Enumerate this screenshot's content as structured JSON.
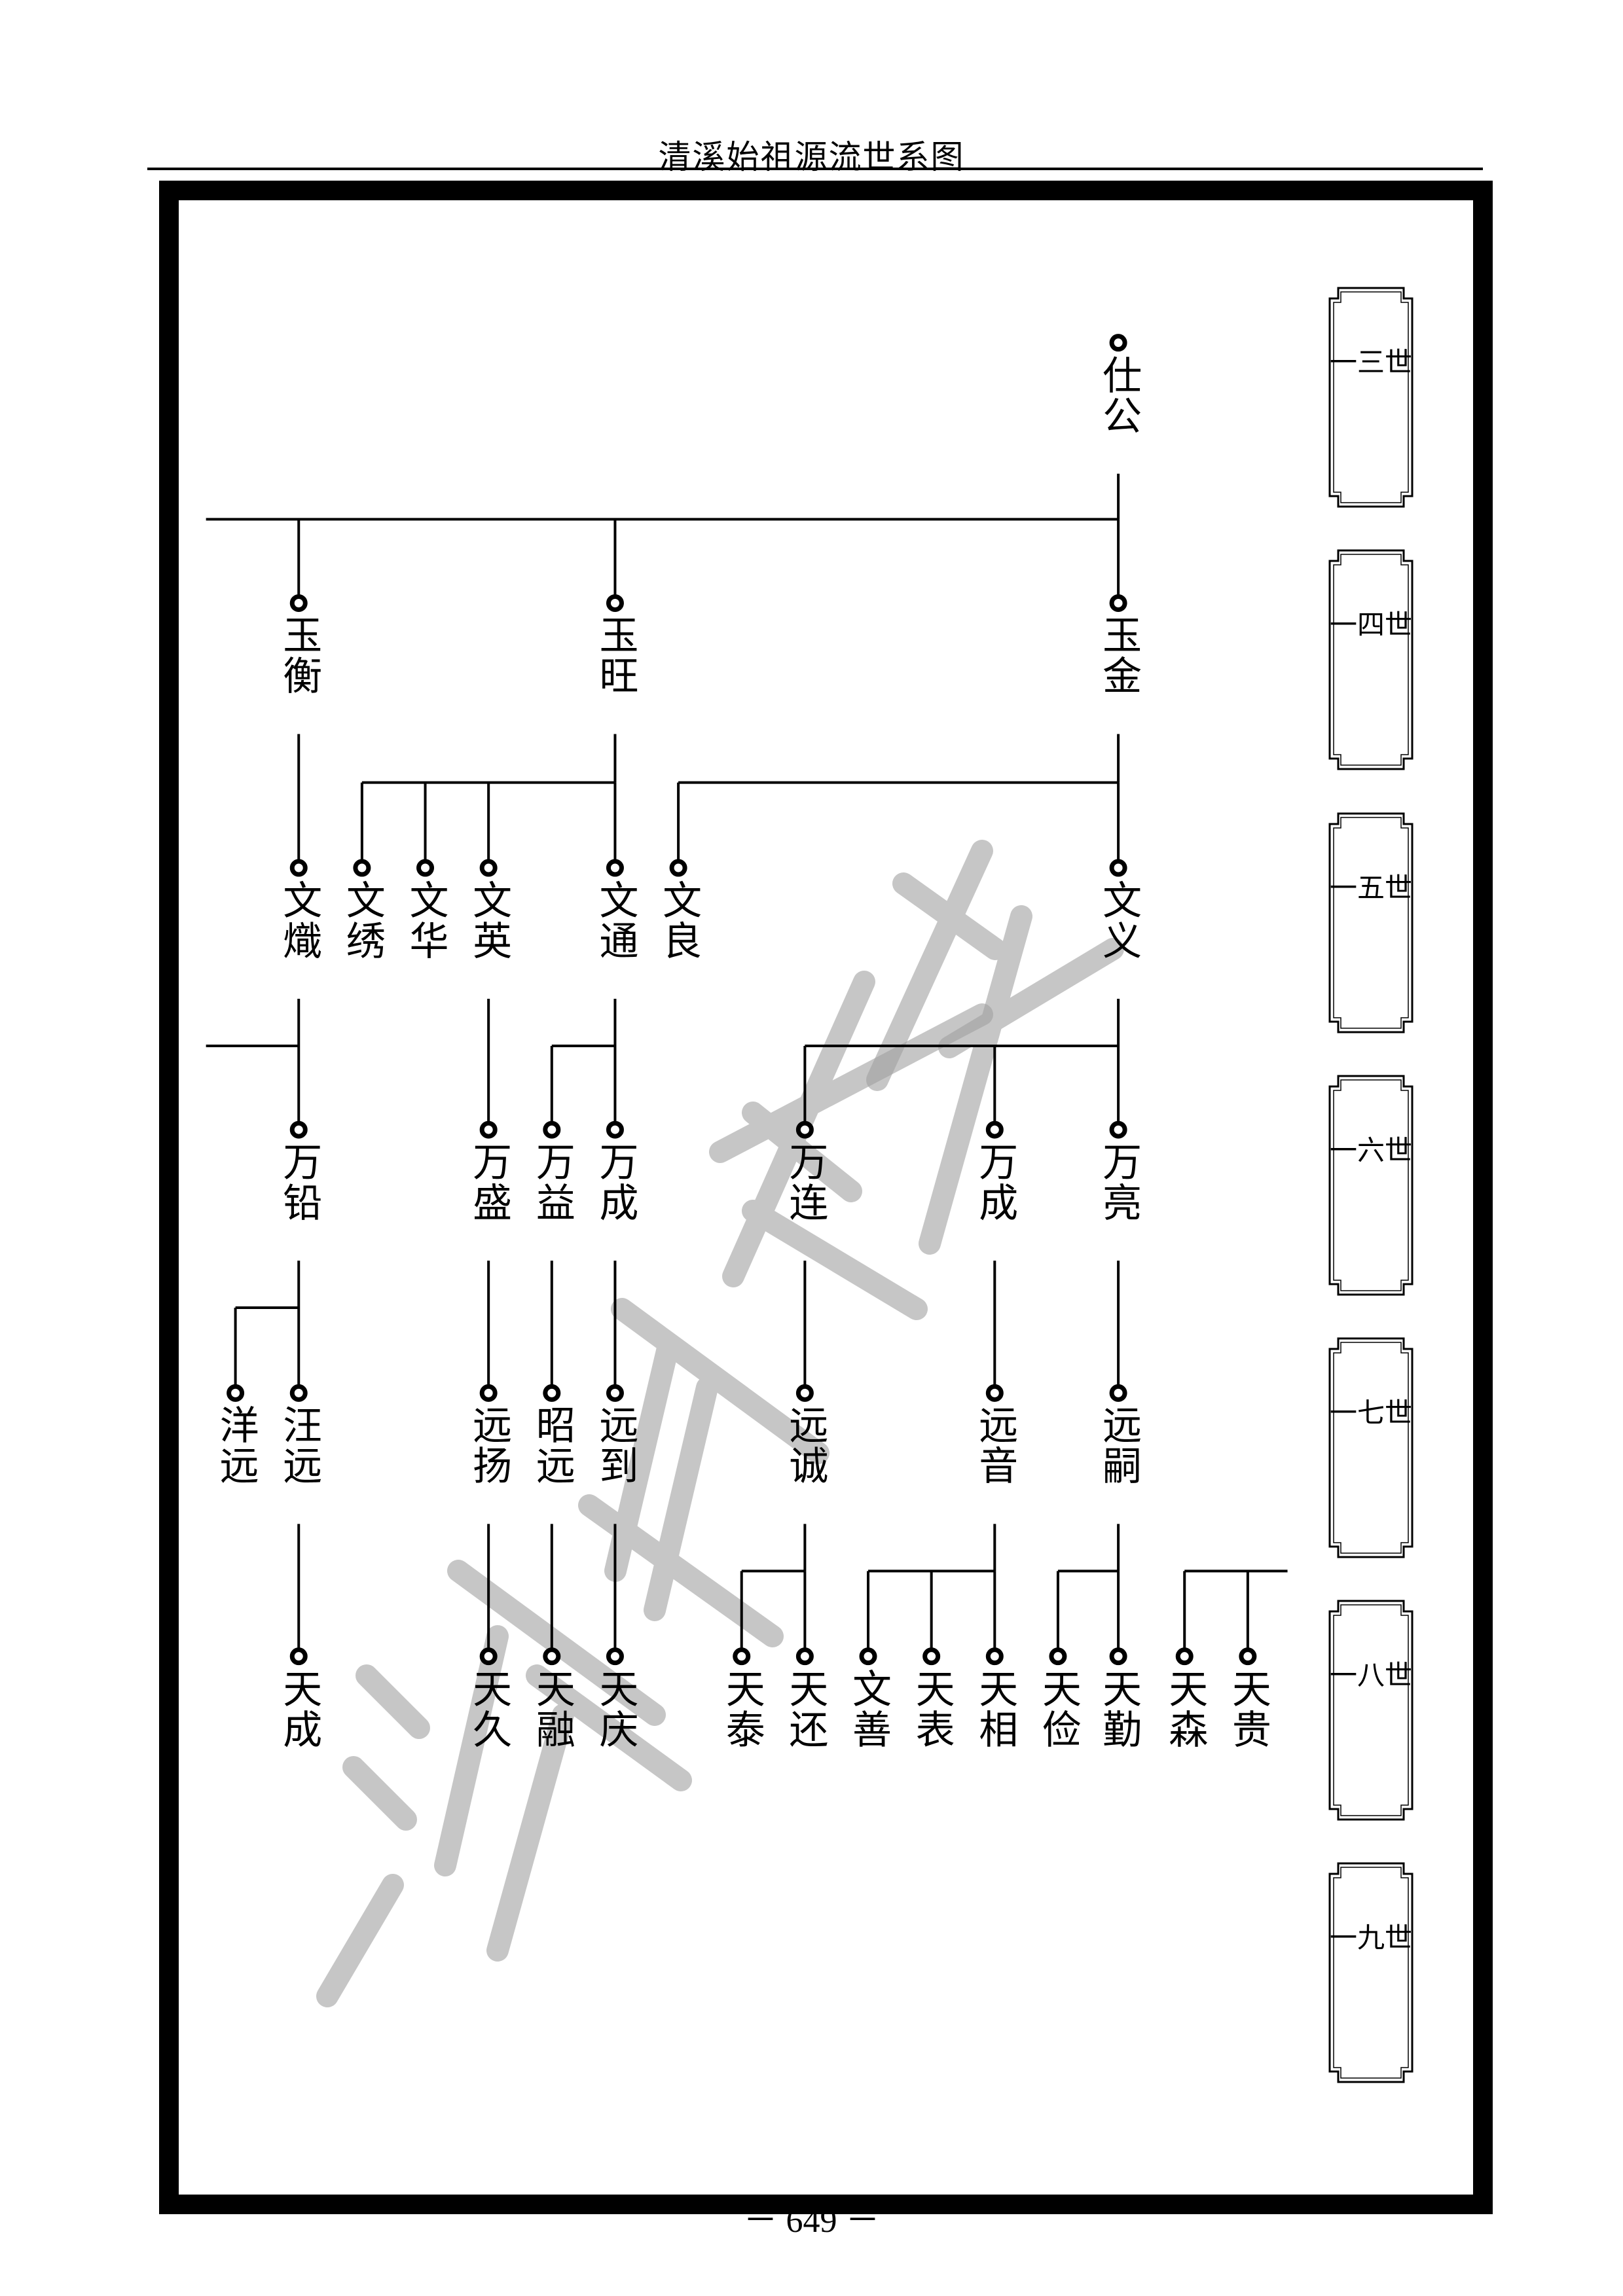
{
  "header": {
    "title": "清溪始祖源流世系图"
  },
  "footer": {
    "page_number": "－ 649 －"
  },
  "watermark": "清洋文件",
  "generation_labels": [
    "一三世",
    "一四世",
    "一五世",
    "一六世",
    "一七世",
    "一八世",
    "一九世"
  ],
  "nodes": [
    {
      "name": "仕公",
      "generation": "一三世"
    },
    {
      "name": "玉衡",
      "generation": "一四世"
    },
    {
      "name": "玉旺",
      "generation": "一四世"
    },
    {
      "name": "玉金",
      "generation": "一四世"
    },
    {
      "name": "文熾",
      "generation": "一五世"
    },
    {
      "name": "文绣",
      "generation": "一五世"
    },
    {
      "name": "文华",
      "generation": "一五世"
    },
    {
      "name": "文英",
      "generation": "一五世"
    },
    {
      "name": "文通",
      "generation": "一五世"
    },
    {
      "name": "文良",
      "generation": "一五世"
    },
    {
      "name": "文义",
      "generation": "一五世"
    },
    {
      "name": "万铅",
      "generation": "一六世"
    },
    {
      "name": "万盛",
      "generation": "一六世"
    },
    {
      "name": "万益",
      "generation": "一六世"
    },
    {
      "name": "万成",
      "generation": "一六世"
    },
    {
      "name": "万连",
      "generation": "一六世"
    },
    {
      "name": "万成",
      "generation": "一六世"
    },
    {
      "name": "万亮",
      "generation": "一六世"
    },
    {
      "name": "洋远",
      "generation": "一七世"
    },
    {
      "name": "汪远",
      "generation": "一七世"
    },
    {
      "name": "远扬",
      "generation": "一七世"
    },
    {
      "name": "昭远",
      "generation": "一七世"
    },
    {
      "name": "远到",
      "generation": "一七世"
    },
    {
      "name": "远诚",
      "generation": "一七世"
    },
    {
      "name": "远音",
      "generation": "一七世"
    },
    {
      "name": "远嗣",
      "generation": "一七世"
    },
    {
      "name": "天成",
      "generation": "一八世"
    },
    {
      "name": "天久",
      "generation": "一八世"
    },
    {
      "name": "天融",
      "generation": "一八世"
    },
    {
      "name": "天庆",
      "generation": "一八世"
    },
    {
      "name": "天泰",
      "generation": "一八世"
    },
    {
      "name": "天还",
      "generation": "一八世"
    },
    {
      "name": "文善",
      "generation": "一八世"
    },
    {
      "name": "天表",
      "generation": "一八世"
    },
    {
      "name": "天相",
      "generation": "一八世"
    },
    {
      "name": "天俭",
      "generation": "一八世"
    },
    {
      "name": "天勤",
      "generation": "一八世"
    },
    {
      "name": "天森",
      "generation": "一八世"
    },
    {
      "name": "天贵",
      "generation": "一八世"
    }
  ]
}
